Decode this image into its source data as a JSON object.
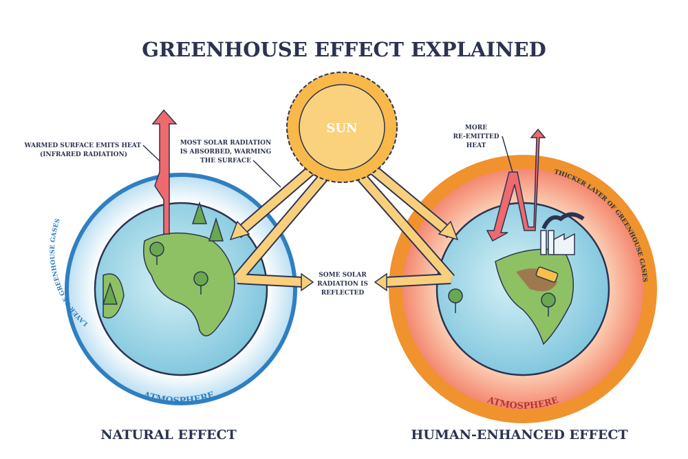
{
  "title": "GREENHOUSE EFFECT EXPLAINED",
  "sun_label": "SUN",
  "natural": {
    "caption": "NATURAL EFFECT",
    "atmosphere_label": "ATMOSPHERE",
    "layer_label": "LAYER OF GREENHOUSE GASES",
    "emit_label": [
      "WARMED SURFACE EMITS HEAT",
      "(INFRARED RADIATION)"
    ]
  },
  "absorbed_label": [
    "MOST SOLAR RADIATION",
    "IS ABSORBED, WARMING",
    "THE SURFACE"
  ],
  "reflected_label": [
    "SOME SOLAR",
    "RADIATION IS",
    "REFLECTED"
  ],
  "enhanced": {
    "caption": "HUMAN-ENHANCED EFFECT",
    "atmosphere_label": "ATMOSPHERE",
    "layer_label": "THICKER LAYER OF GREENHOUSE GASES",
    "reemit_label": [
      "MORE",
      "RE-EMITTED",
      "HEAT"
    ]
  },
  "colors": {
    "ink": "#2b3350",
    "blue_ring": "#2f7fc1",
    "orange_ring": "#f0922e",
    "sun": "#f8b84a",
    "heat_arrow": "#ee6a6d",
    "solar_arrow": "#f9cf7c",
    "ocean": "#a9dcea",
    "land": "#8dc164"
  }
}
